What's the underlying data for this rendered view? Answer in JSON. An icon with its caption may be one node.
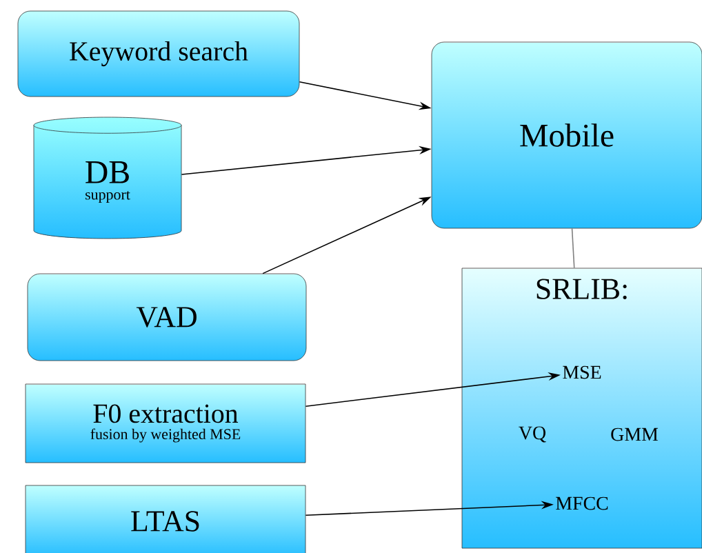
{
  "diagram": {
    "nodes": [
      {
        "text": [
          "Keyword search"
        ]
      },
      {
        "text": [
          "DB",
          "support"
        ]
      },
      {
        "text": [
          "Mobile"
        ]
      },
      {
        "text": [
          "VAD"
        ]
      },
      {
        "text": [
          "F0 extraction",
          "fusion by weighted MSE"
        ]
      },
      {
        "text": [
          "LTAS"
        ]
      },
      {
        "text": [
          "SRLIB:"
        ]
      },
      {
        "text": [
          "MSE"
        ],
        "in": 6
      },
      {
        "text": [
          "VQ"
        ],
        "in": 6
      },
      {
        "text": [
          "GMM"
        ],
        "in": 6
      },
      {
        "text": [
          "MFCC"
        ],
        "in": 6
      }
    ],
    "edges": [
      {
        "from": 0,
        "to": 2,
        "arrow": "to"
      },
      {
        "from": 1,
        "to": 2,
        "arrow": "to"
      },
      {
        "from": 3,
        "to": 2,
        "arrow": "to"
      },
      {
        "from": 2,
        "to": 6,
        "arrow": "none",
        "color": "#808080"
      },
      {
        "from": 4,
        "to": 7,
        "arrow": "to"
      },
      {
        "from": 5,
        "to": 10,
        "arrow": "to"
      }
    ]
  }
}
